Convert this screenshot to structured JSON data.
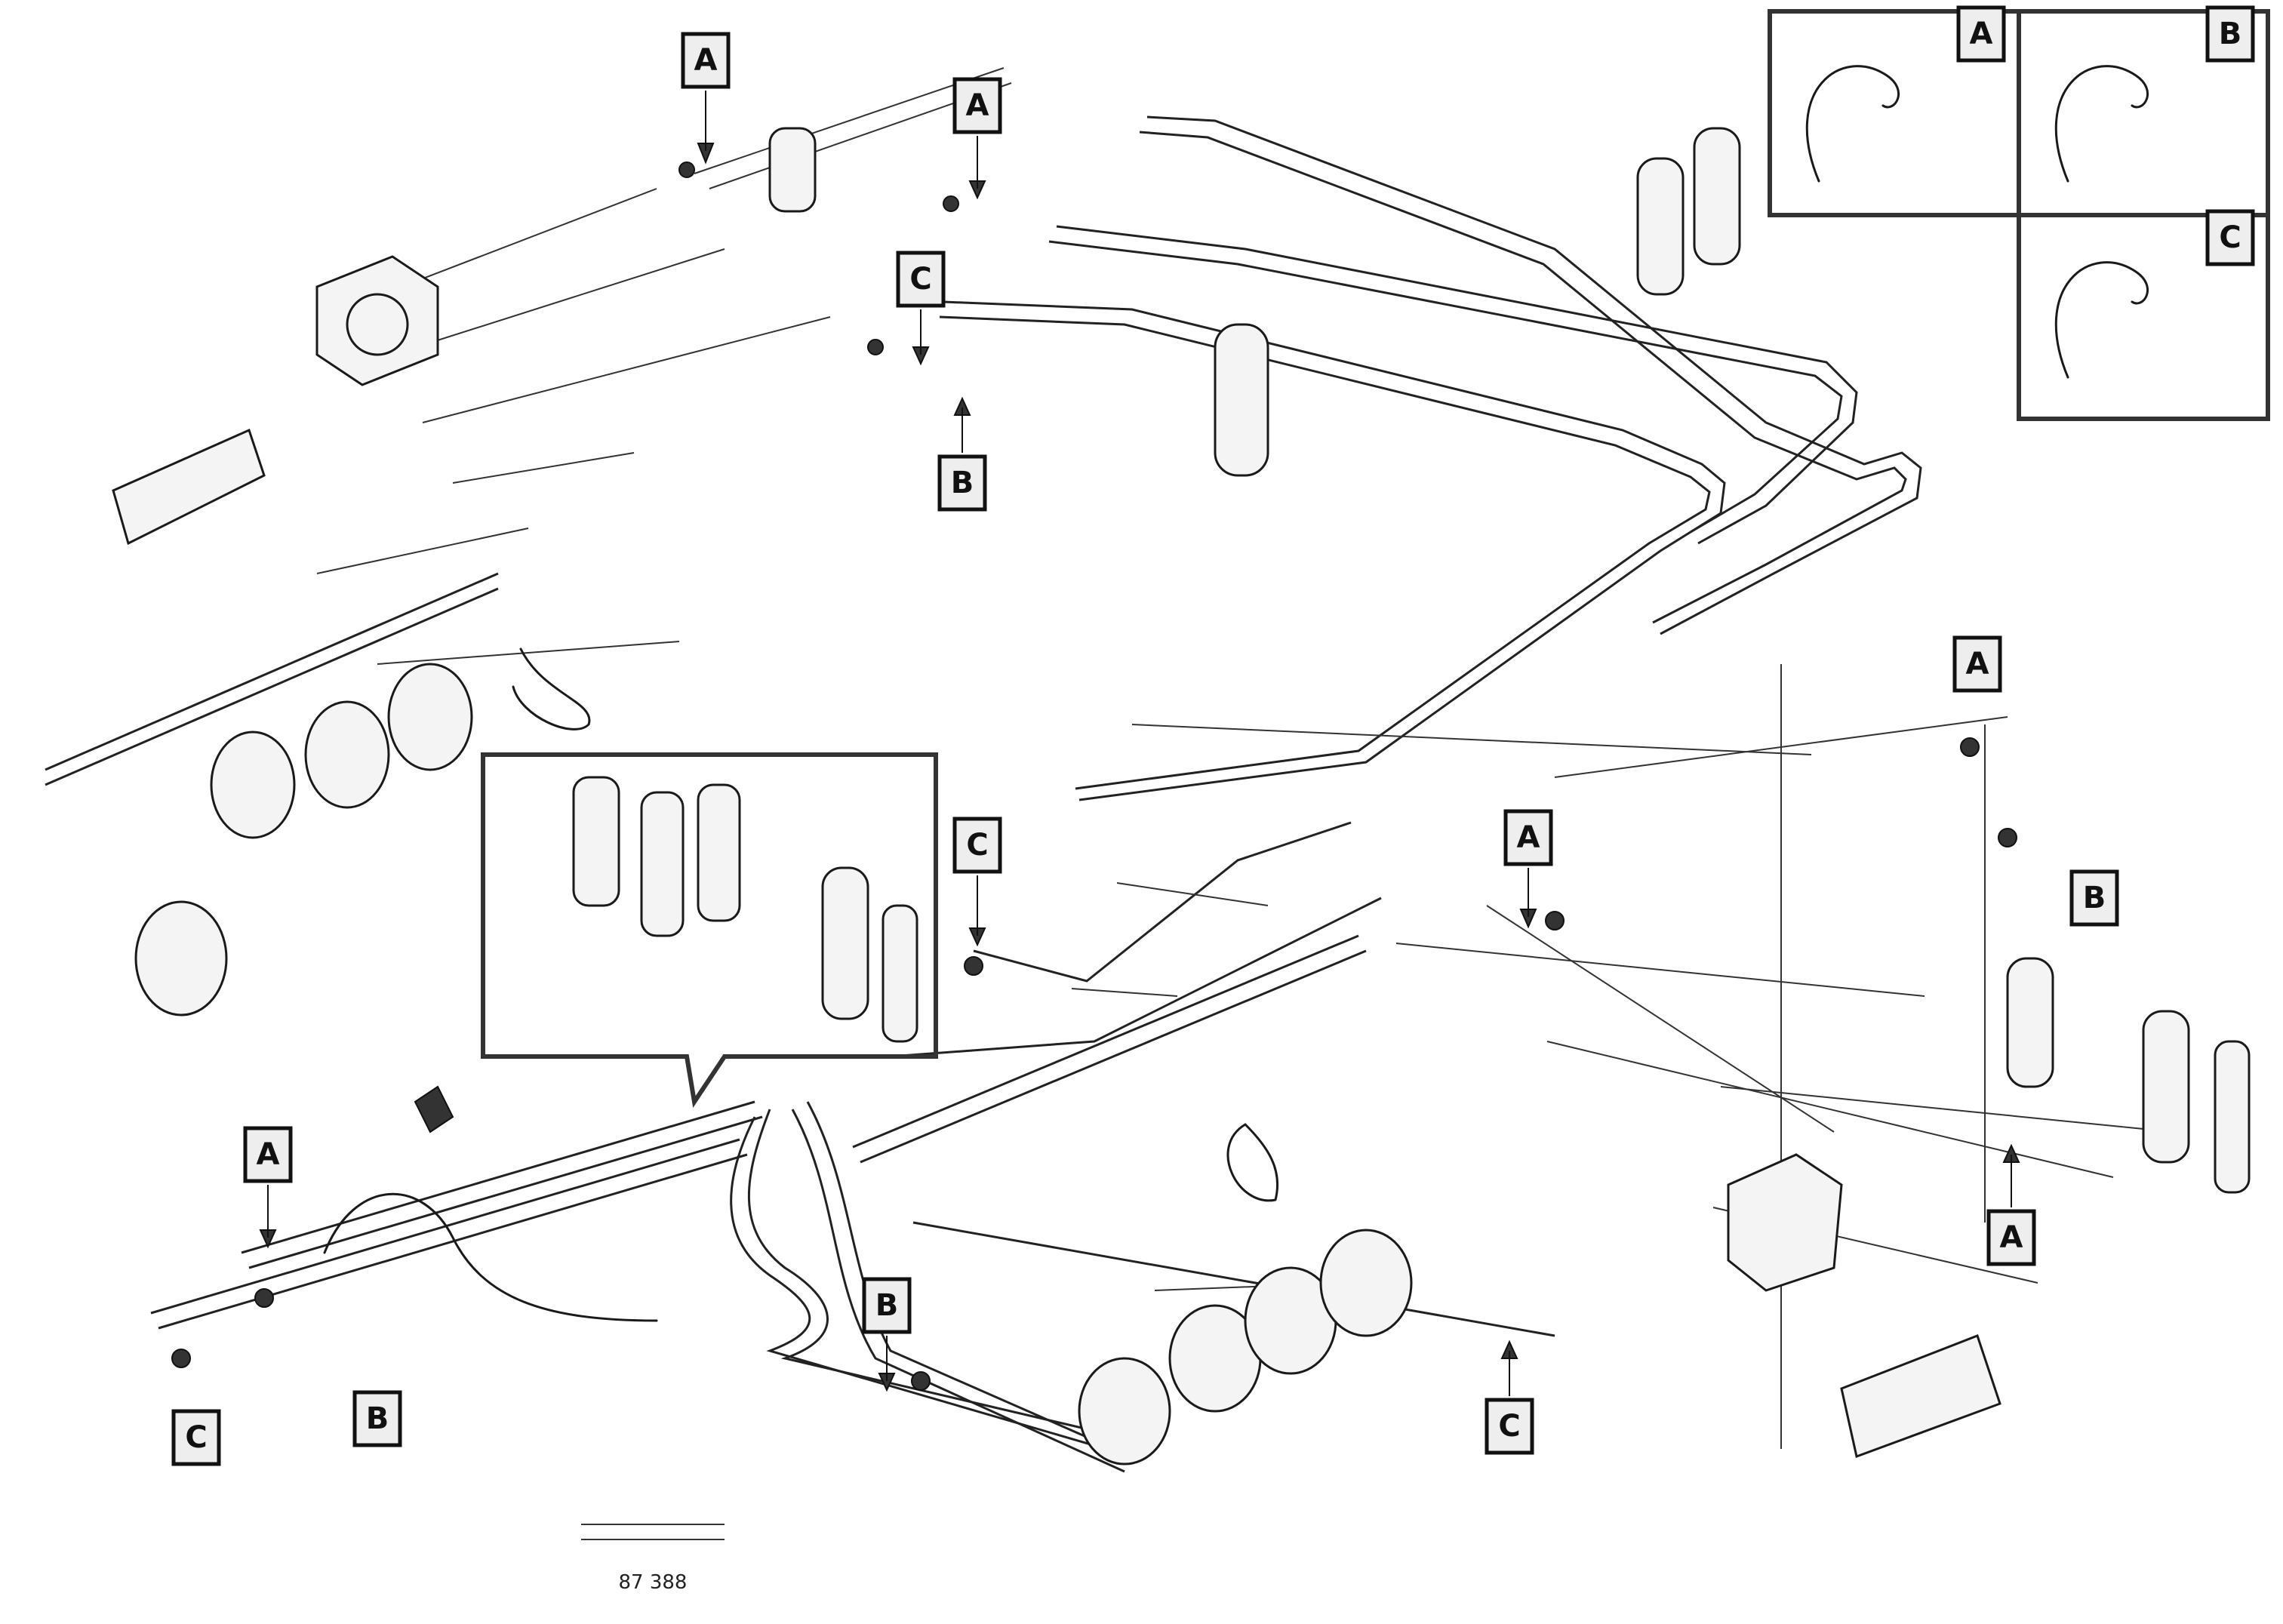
{
  "refs": {
    "a": "A",
    "b": "B",
    "c": "C"
  },
  "drawing_number": "87 388"
}
